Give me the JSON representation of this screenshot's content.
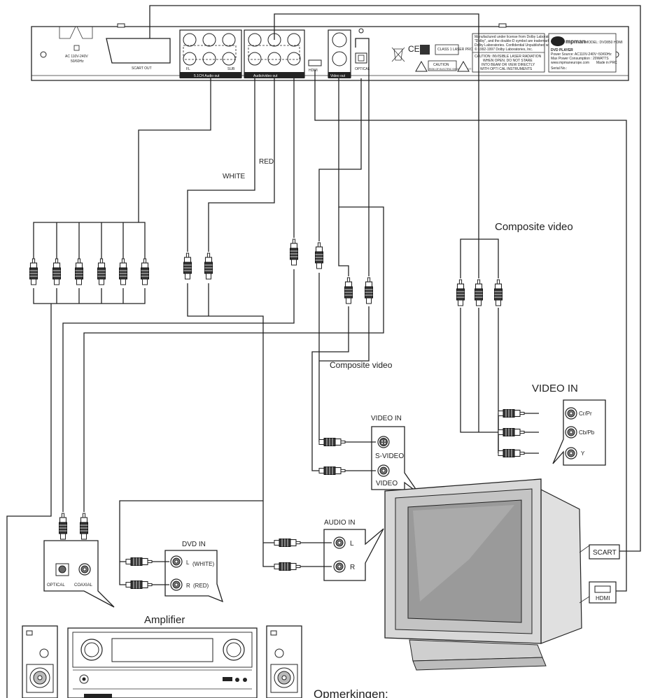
{
  "player": {
    "power_label": "AC 110V-240V",
    "power_freq": "50/60Hz",
    "scart_out": "SCART OUT",
    "audio51_label": "5.1CH Audio out",
    "audio51_fl": "FL",
    "audio51_sub": "SUB",
    "av_out_label": "Audio/video out",
    "video_out_label": "Video out",
    "hdmi_jack": "HDMI",
    "optical_jack": "OPTICAL",
    "dolby_notice_1": "Manufactured under license from Dolby Laboratories.",
    "dolby_notice_2": "\"Dolby\", and the double-D symbol are trademarks of",
    "dolby_notice_3": "Dolby Laboratories. Confidential Unpublished works.",
    "dolby_notice_4": "© 1992-1997 Dolby Laboratories, Inc.",
    "caution_title": "CAUTION: INVISIBLE LASER RADIATION",
    "caution_line1": "WHEN OPEN. DO NOT STARE",
    "caution_line2": "INTO BEAM OR VIEW DIRECTLY",
    "caution_line3": "WITH OPTI CAL INSTRUMENTS",
    "caution_box": "CAUTION",
    "caution_sub": "RISK OF ELECTRIC SHOCK DO NOT OPEN",
    "ce_mark": "CE",
    "class1": "CLASS 1 LASER PRODUCT",
    "brand": "mpman",
    "model": "MODEL: DVD850 HDMI",
    "product": "DVD PLAYER",
    "power_source": "Power Source: AC110V-240V~50/60Hz",
    "power_consumption": "Max Power Consumption : 20WATTS",
    "website": "www.mpmaneurope.com",
    "made_in": "Made in PRC",
    "serial": "Serial No.:"
  },
  "labels": {
    "red": "RED",
    "white": "WHITE",
    "composite_top": "Composite video",
    "composite_mid": "Composite video",
    "video_in_right": "VIDEO IN",
    "crpr": "Cr/Pr",
    "cbpb": "Cb/Pb",
    "y": "Y",
    "video_in_mid": "VIDEO IN",
    "s_video": "S-VIDEO",
    "video": "VIDEO",
    "audio_in": "AUDIO IN",
    "audio_l": "L",
    "audio_r": "R",
    "dvd_in": "DVD IN",
    "dvd_l": "L",
    "dvd_l_white": "(WHITE)",
    "dvd_r": "R",
    "dvd_r_red": "(RED)",
    "optical": "OPTICAL",
    "coaxial": "COAXIAL",
    "amplifier": "Amplifier",
    "scart": "SCART",
    "hdmi": "HDMI",
    "notes": "Opmerkingen:"
  }
}
